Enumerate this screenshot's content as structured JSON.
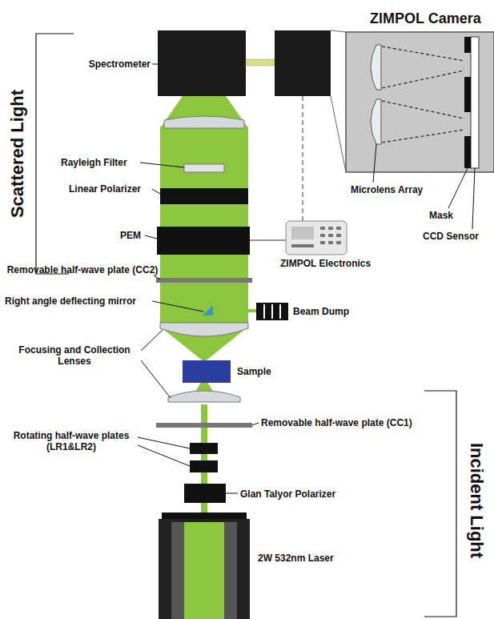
{
  "diagram": {
    "title": "ZIMPOL Camera",
    "labels": [
      "Spectrometer",
      "Microlens Array",
      "Mask",
      "CCD Sensor",
      "Rayleigh Filter",
      "Linear Polarizer",
      "PEM",
      "ZIMPOL Electronics",
      "Removable half-wave plate (CC2)",
      "Right angle deflecting mirror",
      "Beam Dump",
      "Focusing and Collection Lenses",
      "Sample",
      "Removable half-wave plate (CC1)",
      "Rotating half-wave plates (LR1&LR2)",
      "Glan Talyor Polarizer",
      "2W 532nm Laser",
      "Scattered Light",
      "Incident Light"
    ]
  }
}
